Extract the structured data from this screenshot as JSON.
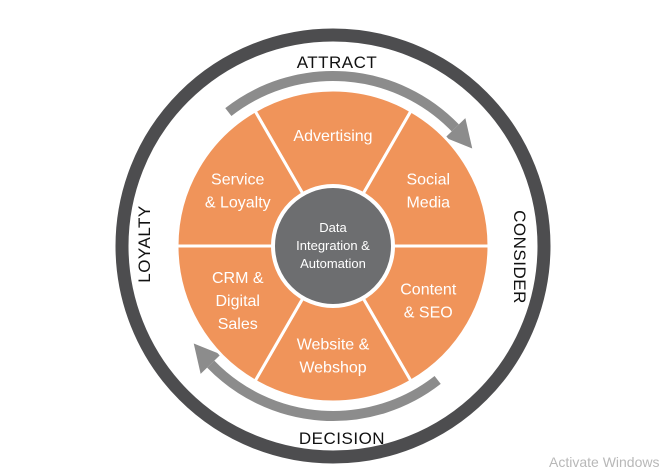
{
  "colors": {
    "outer_ring": "#4d4d4f",
    "inner_ring": "#8c8c8c",
    "segment_fill": "#f0945a",
    "segment_divider": "#ffffff",
    "hub_fill": "#6d6e70",
    "hub_border": "#ffffff"
  },
  "stages": {
    "attract": "ATTRACT",
    "consider": "CONSIDER",
    "decision": "DECISION",
    "loyalty": "LOYALTY"
  },
  "segments": [
    {
      "lines": [
        "Advertising"
      ]
    },
    {
      "lines": [
        "Social",
        "Media"
      ]
    },
    {
      "lines": [
        "Content",
        "& SEO"
      ]
    },
    {
      "lines": [
        "Website &",
        "Webshop"
      ]
    },
    {
      "lines": [
        "CRM &",
        "Digital",
        "Sales"
      ]
    },
    {
      "lines": [
        "Service",
        "& Loyalty"
      ]
    }
  ],
  "hub": {
    "lines": [
      "Data",
      "Integration &",
      "Automation"
    ]
  },
  "watermark": "Activate Windows"
}
